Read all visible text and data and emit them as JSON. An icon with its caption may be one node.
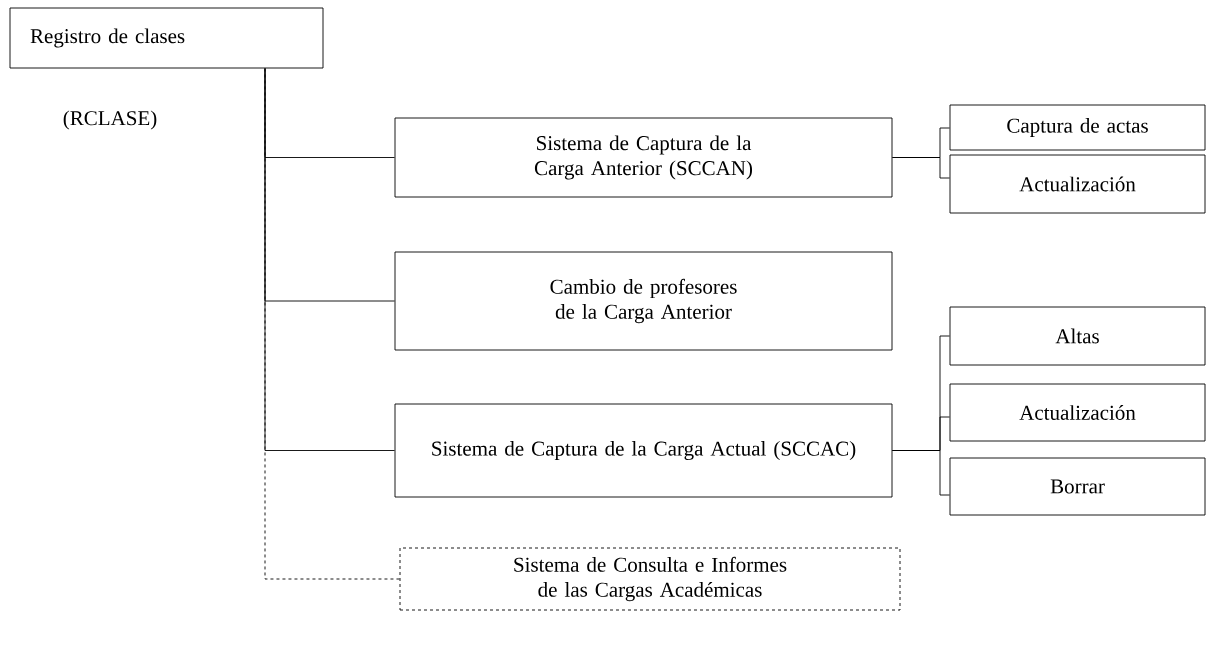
{
  "diagram": {
    "nodes": [
      {
        "text": [
          "Registro de clases"
        ],
        "beside": [
          "(RCLASE)"
        ]
      },
      {
        "text": [
          "Sistema de Captura de la Carga Anterior (SCCAN)"
        ]
      },
      {
        "text": [
          "Cambio de profesores de la Carga Anterior"
        ]
      },
      {
        "text": [
          "Sistema de Captura de la Carga Actual (SCCAC)"
        ]
      },
      {
        "text": [
          "Sistema de Consulta e Informes de las Cargas Académicas"
        ]
      },
      {
        "text": [
          "Captura de actas"
        ]
      },
      {
        "text": [
          "Actualización"
        ]
      },
      {
        "text": [
          "Altas"
        ]
      },
      {
        "text": [
          "Actualización"
        ]
      },
      {
        "text": [
          "Borrar"
        ]
      }
    ],
    "edges": [
      {
        "from": 0,
        "to": 1,
        "arrow": "none"
      },
      {
        "from": 0,
        "to": 2,
        "arrow": "none"
      },
      {
        "from": 0,
        "to": 3,
        "arrow": "none"
      },
      {
        "from": 0,
        "to": 4,
        "arrow": "none",
        "style": "dashed"
      },
      {
        "from": 1,
        "to": 5,
        "arrow": "none"
      },
      {
        "from": 1,
        "to": 6,
        "arrow": "none"
      },
      {
        "from": 3,
        "to": 7,
        "arrow": "none"
      },
      {
        "from": 3,
        "to": 8,
        "arrow": "none"
      },
      {
        "from": 3,
        "to": 9,
        "arrow": "none"
      }
    ]
  }
}
